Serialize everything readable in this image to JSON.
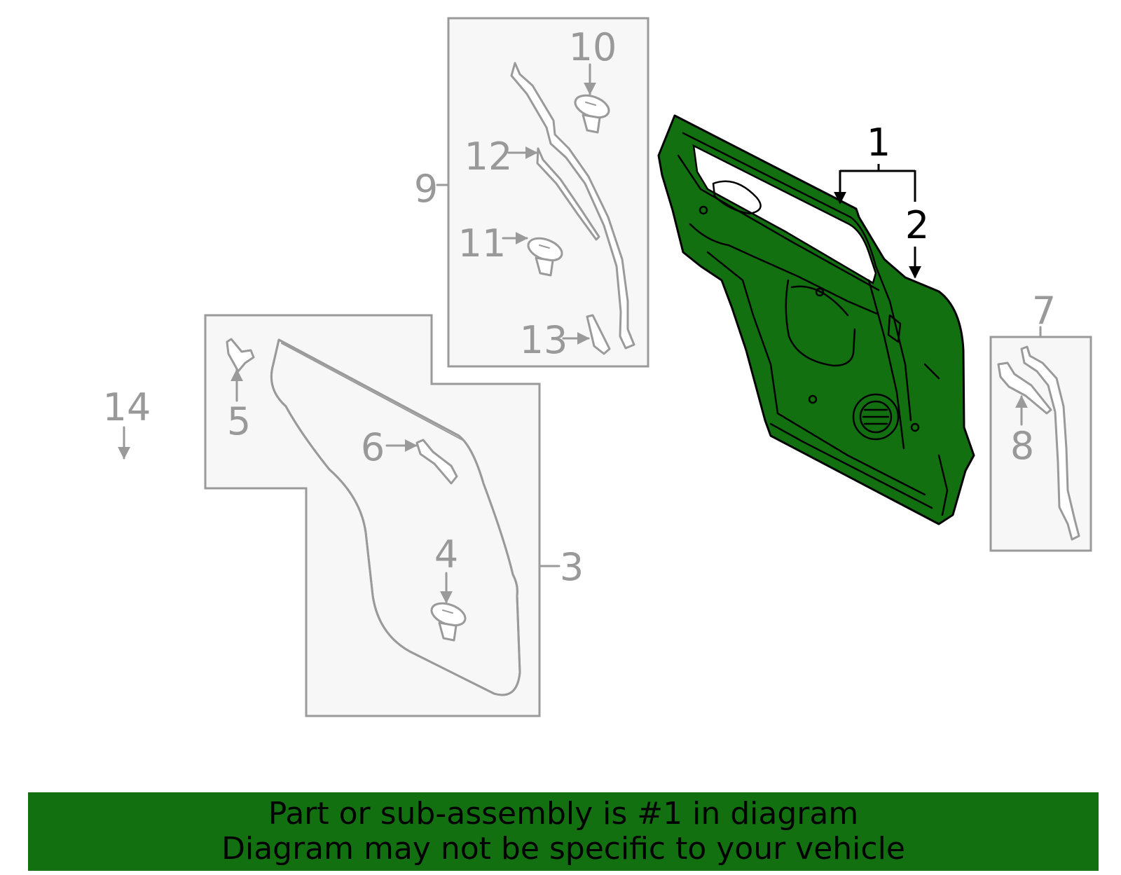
{
  "callouts": {
    "c1": "1",
    "c2": "2",
    "c3": "3",
    "c4": "4",
    "c5": "5",
    "c6": "6",
    "c7": "7",
    "c8": "8",
    "c9": "9",
    "c10": "10",
    "c11": "11",
    "c12": "12",
    "c13": "13",
    "c14": "14"
  },
  "footer": {
    "line1": "Part or sub-assembly is #1 in diagram",
    "line2": "Diagram may not be specific to your vehicle"
  },
  "colors": {
    "highlight": "#137011",
    "part_gray": "#9a9a9a",
    "box_fill": "#f7f7f7"
  }
}
